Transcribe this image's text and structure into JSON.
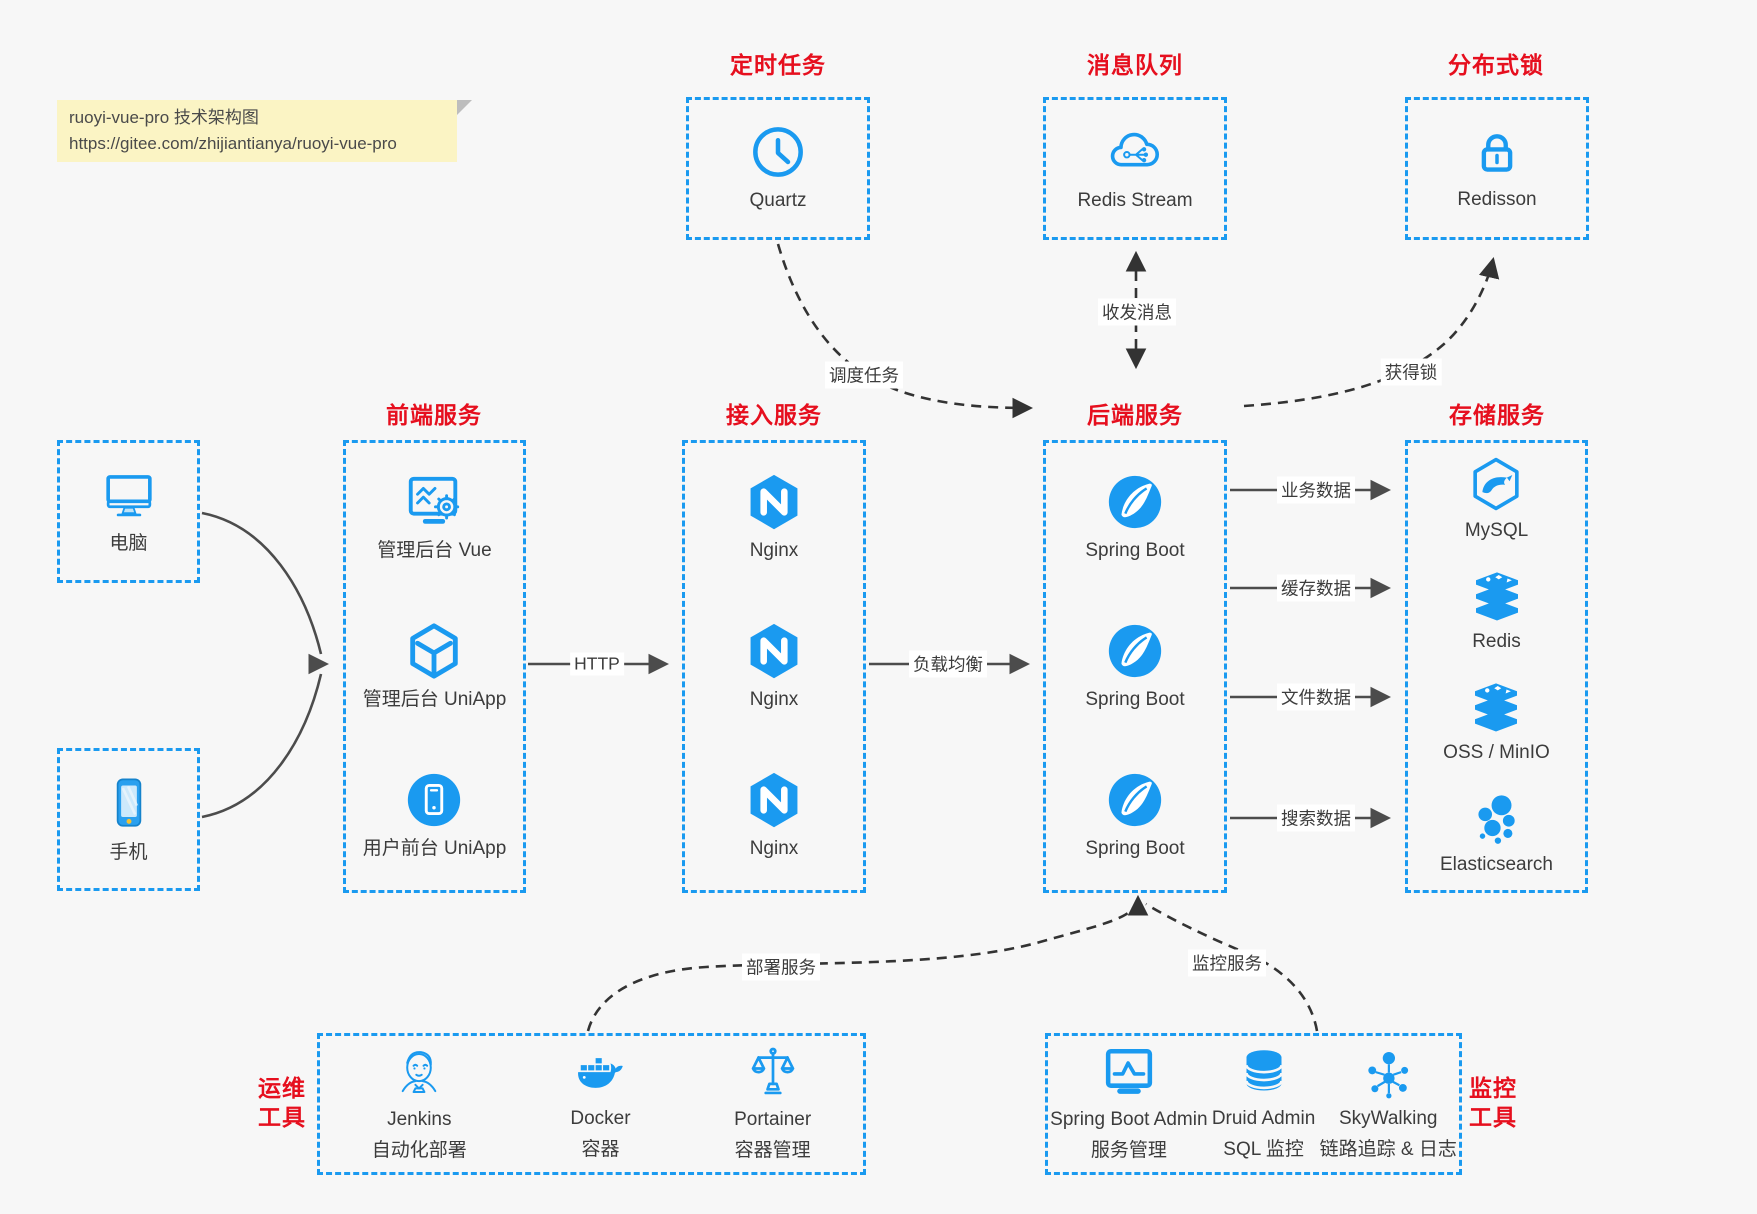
{
  "colors": {
    "blue": "#1a9af0",
    "red": "#e60f1e",
    "ink": "#3c3c3c",
    "line": "#4c4c4c",
    "dash": "#333333",
    "bg": "#f7f7f7",
    "note-bg": "#fbf4c4",
    "note-ink": "#4a4a4a"
  },
  "note": {
    "title": "ruoyi-vue-pro 技术架构图",
    "url": "https://gitee.com/zhijiantianya/ruoyi-vue-pro"
  },
  "top_groups": {
    "scheduler": {
      "title": "定时任务",
      "node": "Quartz"
    },
    "mq": {
      "title": "消息队列",
      "node": "Redis Stream"
    },
    "lock": {
      "title": "分布式锁",
      "node": "Redisson"
    }
  },
  "clients": {
    "computer": "电脑",
    "phone": "手机"
  },
  "columns": {
    "frontend": {
      "title": "前端服务",
      "nodes": [
        "管理后台 Vue",
        "管理后台 UniApp",
        "用户前台 UniApp"
      ]
    },
    "gateway": {
      "title": "接入服务",
      "nodes": [
        "Nginx",
        "Nginx",
        "Nginx"
      ]
    },
    "backend": {
      "title": "后端服务",
      "nodes": [
        "Spring Boot",
        "Spring Boot",
        "Spring Boot"
      ]
    },
    "storage": {
      "title": "存储服务",
      "nodes": [
        "MySQL",
        "Redis",
        "OSS / MinIO",
        "Elasticsearch"
      ]
    }
  },
  "bottom_groups": {
    "ops": {
      "title_line1": "运维",
      "title_line2": "工具",
      "nodes": [
        {
          "name": "Jenkins",
          "desc": "自动化部署"
        },
        {
          "name": "Docker",
          "desc": "容器"
        },
        {
          "name": "Portainer",
          "desc": "容器管理"
        }
      ]
    },
    "monitoring": {
      "title_line1": "监控",
      "title_line2": "工具",
      "nodes": [
        {
          "name": "Spring Boot Admin",
          "desc": "服务管理"
        },
        {
          "name": "Druid Admin",
          "desc": "SQL 监控"
        },
        {
          "name": "SkyWalking",
          "desc": "链路追踪 & 日志"
        }
      ]
    }
  },
  "edges": {
    "http": "HTTP",
    "load_balance": "负载均衡",
    "dispatch": "调度任务",
    "messages": "收发消息",
    "acquire_lock": "获得锁",
    "business_data": "业务数据",
    "cache_data": "缓存数据",
    "file_data": "文件数据",
    "search_data": "搜索数据",
    "deploy": "部署服务",
    "monitor": "监控服务"
  }
}
